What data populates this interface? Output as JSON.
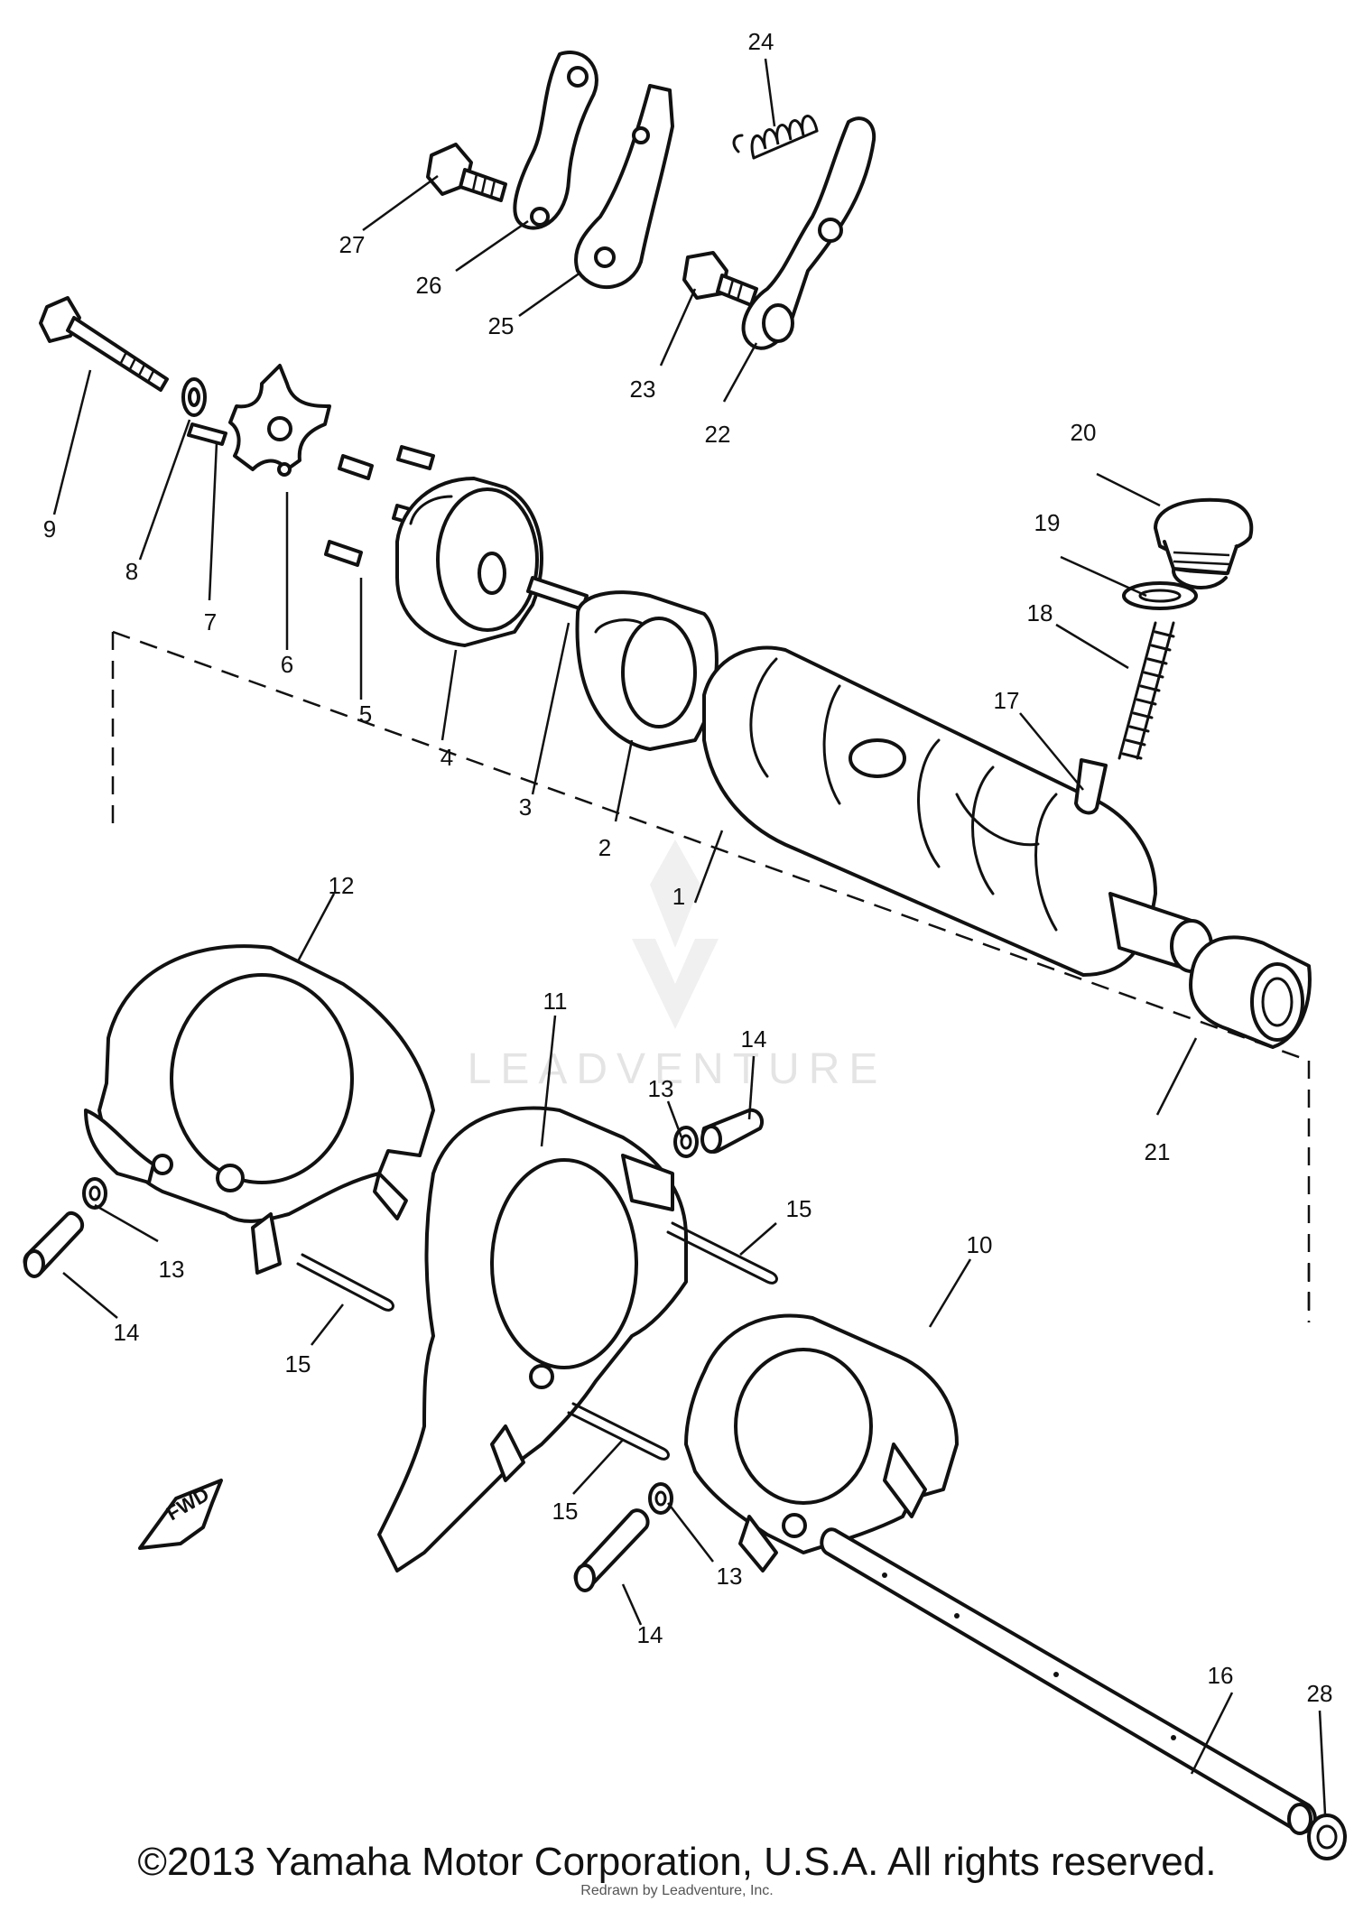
{
  "callouts": [
    "1",
    "2",
    "3",
    "4",
    "5",
    "6",
    "7",
    "8",
    "9",
    "10",
    "11",
    "12",
    "13",
    "13",
    "13",
    "14",
    "14",
    "14",
    "15",
    "15",
    "15",
    "16",
    "17",
    "18",
    "19",
    "20",
    "21",
    "22",
    "23",
    "24",
    "25",
    "26",
    "27",
    "28"
  ],
  "fwd_label": "FWD",
  "watermark": {
    "brand": "LEADVENTURE"
  },
  "footer": {
    "copyright": "©2013 Yamaha Motor Corporation, U.S.A. All rights reserved.",
    "redrawn": "Redrawn by Leadventure, Inc."
  }
}
